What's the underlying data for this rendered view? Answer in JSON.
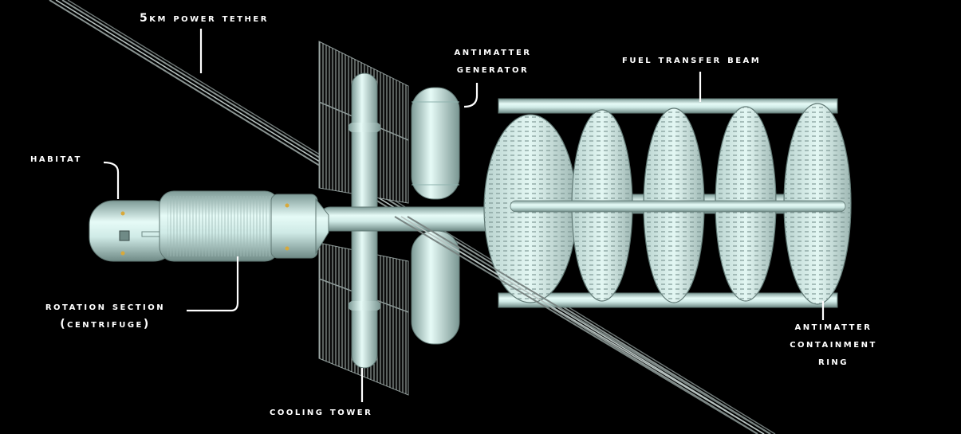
{
  "diagram": {
    "labels": {
      "tether": "5km Power Tether",
      "antimatter_generator": [
        "Antimatter",
        "Generator"
      ],
      "fuel_transfer_beam": "Fuel Transfer Beam",
      "habitat": "Habitat",
      "rotation_section": [
        "Rotation Section",
        "(Centrifuge)"
      ],
      "cooling_tower": "Cooling Tower",
      "containment_ring": [
        "Antimatter",
        "Containment",
        "Ring"
      ]
    },
    "colors": {
      "background": "#000000",
      "hull": "#d8f2ee",
      "hull_shade": "#8fb3ae",
      "radiator": "#9aa6a4",
      "label_text": "#ffffff"
    }
  }
}
